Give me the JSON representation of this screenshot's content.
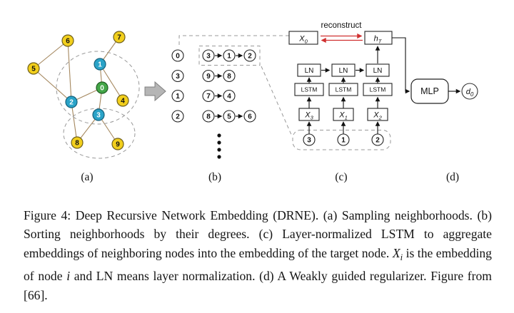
{
  "figure": {
    "panels": {
      "a": "(a)",
      "b": "(b)",
      "c": "(c)",
      "d": "(d)"
    },
    "colors": {
      "yellow_node": "#f2cf1c",
      "blue_node": "#2aa3c8",
      "green_node": "#44a648",
      "edge": "#a5885f",
      "reconstruct_arrow": "#d03030"
    },
    "graph_nodes": {
      "n0": "0",
      "n1": "1",
      "n2": "2",
      "n3": "3",
      "n4": "4",
      "n5": "5",
      "n6": "6",
      "n7": "7",
      "n8": "8",
      "n9": "9"
    },
    "rows": [
      {
        "target": "0",
        "neighbors": [
          "3",
          "1",
          "2"
        ]
      },
      {
        "target": "3",
        "neighbors": [
          "9",
          "8"
        ]
      },
      {
        "target": "1",
        "neighbors": [
          "7",
          "4"
        ]
      },
      {
        "target": "2",
        "neighbors": [
          "8",
          "5",
          "6"
        ]
      }
    ],
    "lstm": {
      "reconstruct": "reconstruct",
      "x0": {
        "base": "X",
        "sub": "0"
      },
      "ht": {
        "base": "h",
        "sub": "T"
      },
      "ln": "LN",
      "lstm": "LSTM",
      "inputs": [
        {
          "base": "X",
          "sub": "3",
          "node": "3"
        },
        {
          "base": "X",
          "sub": "1",
          "node": "1"
        },
        {
          "base": "X",
          "sub": "2",
          "node": "2"
        }
      ],
      "mlp": "MLP",
      "d0": {
        "base": "d",
        "sub": "0"
      }
    }
  },
  "caption": {
    "parts": [
      {
        "text": "Figure 4: Deep Recursive Network Embedding (DRNE). (a) Sampling neighborhoods. (b) Sorting neighborhoods by their degrees. (c) Layer-normalized LSTM to aggregate embeddings of neighboring nodes into the embedding of the target node. "
      },
      {
        "text": "X"
      },
      {
        "text": "i"
      },
      {
        "text": " is the embedding of node "
      },
      {
        "text": "i"
      },
      {
        "text": " and LN means layer normalization. (d) A Weakly guided regularizer. Figure from [66]."
      }
    ]
  }
}
